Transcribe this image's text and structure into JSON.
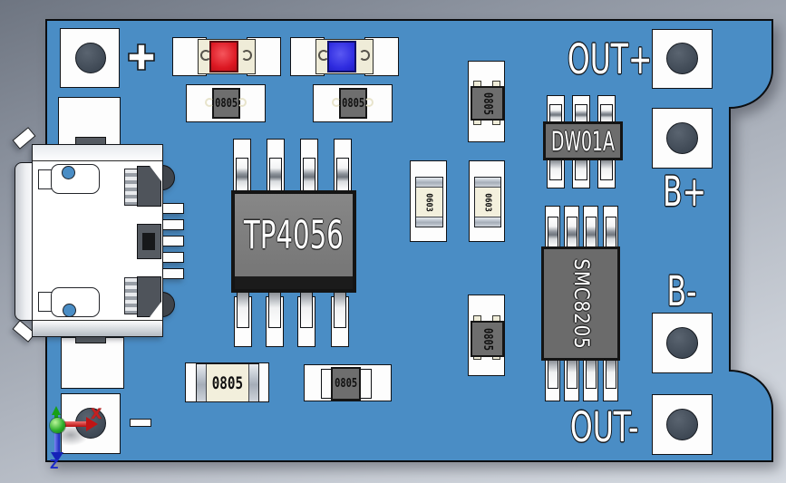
{
  "scene": {
    "description": "3D render of a TP4056 micro-USB lithium battery charger / protection PCB module on a gray background with an origin gizmo",
    "colors": {
      "board": "#4a8dc5",
      "background": "#aab0ba",
      "led_charge_red": "#dc1822",
      "led_full_blue": "#2f2ce0",
      "solder_pad": "#fdfdfd",
      "drill_hole": "#3e4854",
      "ic_body": "#7a7a7a"
    }
  },
  "silkscreen": {
    "plus": "+",
    "minus": "-",
    "out_plus": "OUT+",
    "b_plus": "B+",
    "b_minus": "B-",
    "out_minus": "OUT-"
  },
  "ics": {
    "charger": {
      "label": "TP4056"
    },
    "protection": {
      "label": "DW01A"
    },
    "mosfet": {
      "label": "SMC8205"
    }
  },
  "passives": [
    {
      "id": "bead-under-red-led",
      "label": "0805"
    },
    {
      "id": "bead-under-blue-led",
      "label": "0805"
    },
    {
      "id": "bead-top-middle-vertical",
      "label": "0805"
    },
    {
      "id": "bead-mid-middle-vertical",
      "label": "0805"
    },
    {
      "id": "resistor-bottom-left",
      "label": "0805"
    },
    {
      "id": "bead-bottom-middle",
      "label": "0805"
    },
    {
      "id": "resistor-0603-left",
      "label": "0603"
    },
    {
      "id": "resistor-0603-right",
      "label": "0603"
    }
  ],
  "gizmo": {
    "x_label": "X",
    "z_label": "Z"
  }
}
